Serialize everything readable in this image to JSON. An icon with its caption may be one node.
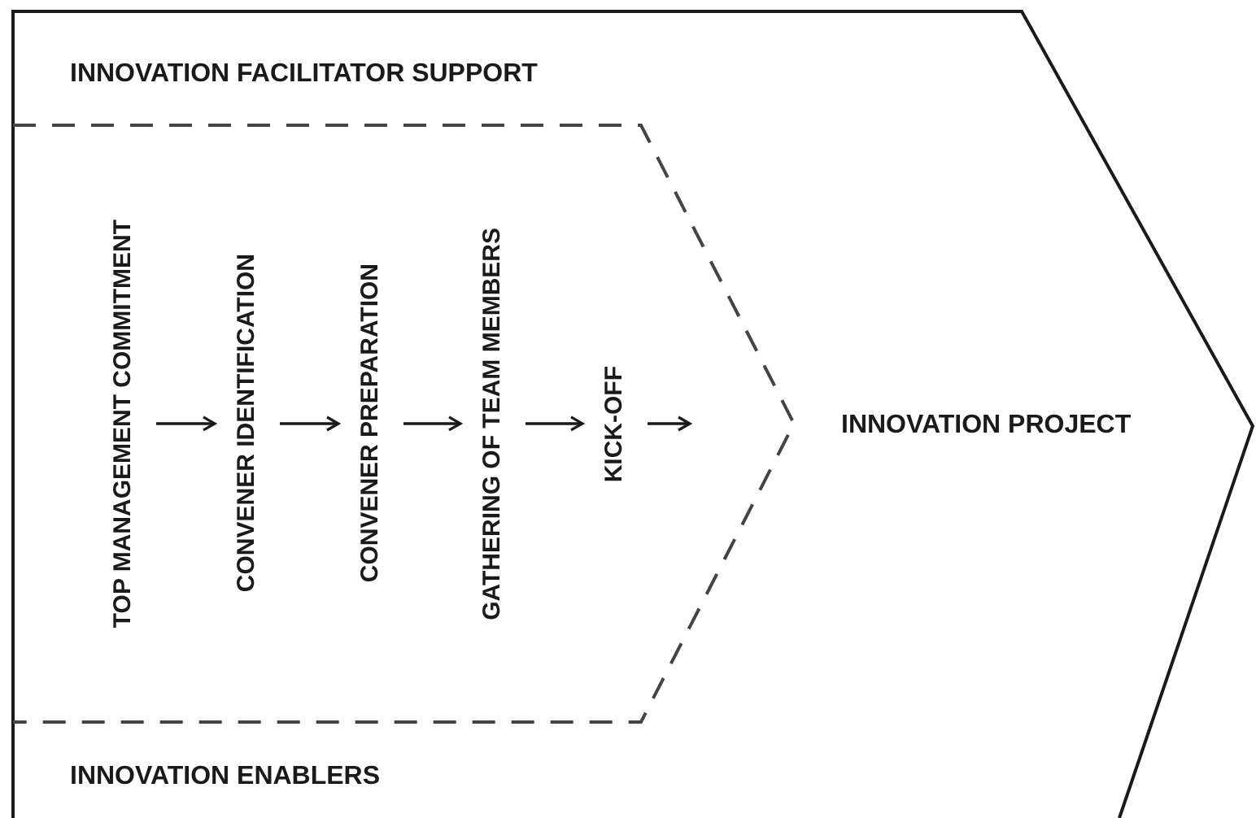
{
  "diagram": {
    "nodes": [
      {
        "text": [
          "INNOVATION FACILITATOR SUPPORT",
          "INNOVATION PROJECT",
          "INNOVATION ENABLERS"
        ]
      },
      {
        "text": [],
        "shape": "chevron",
        "in": 0
      },
      {
        "text": [
          "TOP MANAGEMENT COMMITMENT"
        ],
        "in": 1
      },
      {
        "text": [
          "CONVENER IDENTIFICATION"
        ],
        "in": 1
      },
      {
        "text": [
          "CONVENER PREPARATION"
        ],
        "in": 1
      },
      {
        "text": [
          "GATHERING OF TEAM MEMBERS"
        ],
        "in": 1
      },
      {
        "text": [
          "KICK-OFF"
        ],
        "in": 1
      }
    ],
    "edges": [
      {
        "from": 2,
        "to": 3,
        "arrow": "to"
      },
      {
        "from": 3,
        "to": 4,
        "arrow": "to"
      },
      {
        "from": 4,
        "to": 5,
        "arrow": "to"
      },
      {
        "from": 5,
        "to": 6,
        "arrow": "to"
      },
      {
        "from": 6,
        "to": null,
        "arrow": "to"
      }
    ]
  }
}
